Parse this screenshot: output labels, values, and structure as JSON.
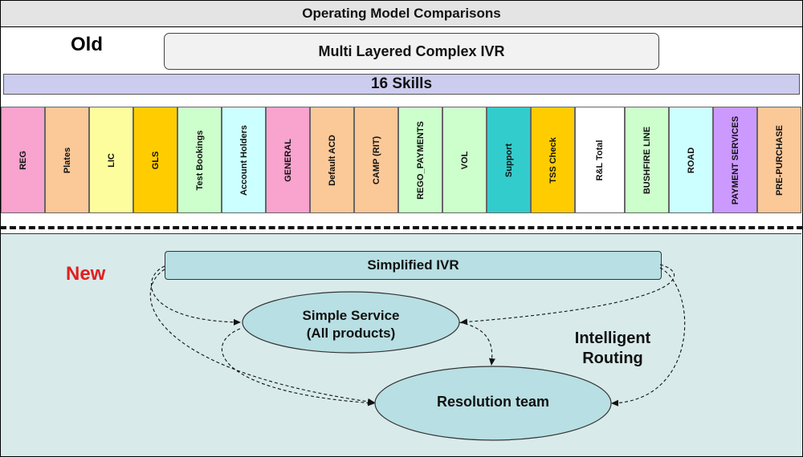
{
  "title": "Operating Model Comparisons",
  "old": {
    "label": "Old",
    "ivr_label": "Multi Layered Complex IVR",
    "skills_label": "16 Skills",
    "skills": [
      {
        "label": "REG",
        "color": "#f9a3cf"
      },
      {
        "label": "Plates",
        "color": "#fbc898"
      },
      {
        "label": "LIC",
        "color": "#fdfd9e"
      },
      {
        "label": "GLS",
        "color": "#ffcc00"
      },
      {
        "label": "Test Bookings",
        "color": "#ccffcc"
      },
      {
        "label": "Account Holders",
        "color": "#ccffff"
      },
      {
        "label": "GENERAL",
        "color": "#f9a3cf"
      },
      {
        "label": "Default ACD",
        "color": "#fbc898"
      },
      {
        "label": "CAMP (RIT)",
        "color": "#fbc898"
      },
      {
        "label": "REGO_PAYMENTS",
        "color": "#ccffcc"
      },
      {
        "label": "VOL",
        "color": "#ccffcc"
      },
      {
        "label": "Support",
        "color": "#33cccc"
      },
      {
        "label": "TSS Check",
        "color": "#ffcc00"
      },
      {
        "label": "R&L Total",
        "color": "#ffffff"
      },
      {
        "label": "BUSHFIRE LINE",
        "color": "#ccffcc"
      },
      {
        "label": "ROAD",
        "color": "#ccffff"
      },
      {
        "label": "PAYMENT SERVICES",
        "color": "#cc99ff"
      },
      {
        "label": "PRE-PURCHASE",
        "color": "#fbc898"
      }
    ]
  },
  "new": {
    "label": "New",
    "ivr_label": "Simplified IVR",
    "simple_service_line1": "Simple Service",
    "simple_service_line2": "(All products)",
    "resolution_label": "Resolution team",
    "routing_line1": "Intelligent",
    "routing_line2": "Routing"
  }
}
